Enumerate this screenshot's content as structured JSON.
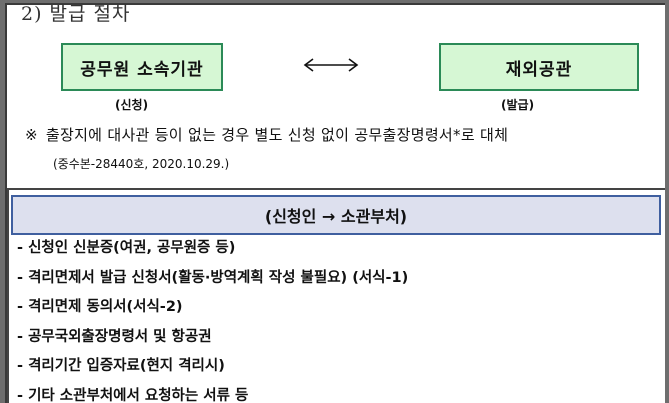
{
  "section": {
    "title": "2) 발급 절차"
  },
  "flow": {
    "left_box": "공무원 소속기관",
    "left_role": "(신청)",
    "right_box": "재외공관",
    "right_role": "(발급)"
  },
  "note": {
    "mark": "※",
    "text": "출장지에 대사관 등이 없는 경우 별도 신청 없이 공무출장명령서*로 대체",
    "reference": "(중수본-28440호, 2020.10.29.)"
  },
  "panel": {
    "header": "(신청인 → 소관부처)",
    "items": [
      "- 신청인 신분증(여권, 공무원증 등)",
      "- 격리면제서 발급 신청서(활동·방역계획 작성 불필요) (서식-1)",
      "- 격리면제 동의서(서식-2)",
      "- 공무국외출장명령서 및 항공권",
      "- 격리기간 입증자료(현지 격리시)",
      "- 기타 소관부처에서 요청하는 서류 등"
    ]
  },
  "colors": {
    "box_fill": "#d6f7d4",
    "box_border": "#2b8a57",
    "panel_header_fill": "#dde0ee",
    "panel_header_border": "#3f5f9f"
  }
}
